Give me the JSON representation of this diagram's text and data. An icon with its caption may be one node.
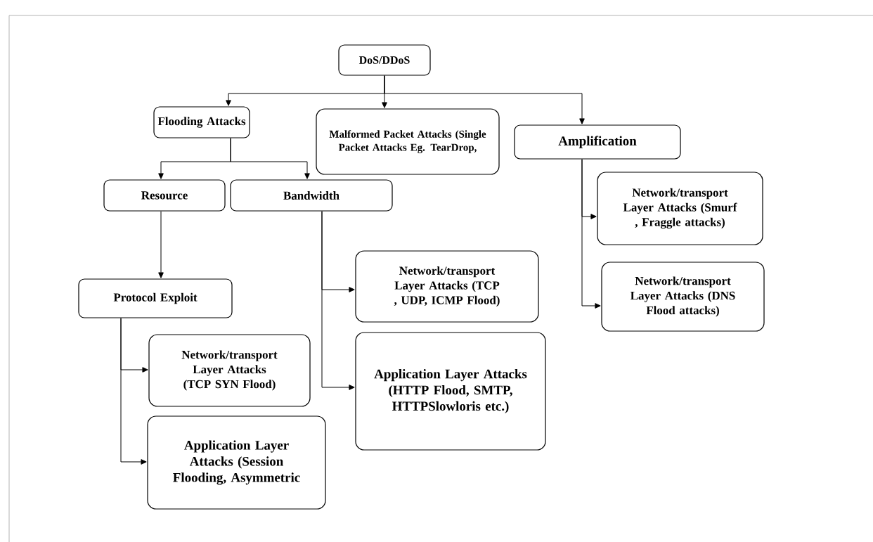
{
  "diagram": {
    "nodes": [
      {
        "text": [
          "DoS/DDoS"
        ]
      },
      {
        "text": [
          "Flooding Attacks"
        ]
      },
      {
        "text": [
          "Malformed Packet Attacks (Single Packet Attacks Eg. TearDrop,"
        ]
      },
      {
        "text": [
          "Amplification"
        ]
      },
      {
        "text": [
          "Resource"
        ]
      },
      {
        "text": [
          "Bandwidth"
        ]
      },
      {
        "text": [
          "Protocol Exploit"
        ]
      },
      {
        "text": [
          "Network/transport Layer Attacks (TCP SYN Flood)"
        ]
      },
      {
        "text": [
          "Application Layer Attacks (Session Flooding, Asymmetric"
        ]
      },
      {
        "text": [
          "Network/transport Layer Attacks (TCP , UDP, ICMP Flood)"
        ]
      },
      {
        "text": [
          "Application Layer Attacks (HTTP Flood, SMTP, HTTPSlowloris etc.)"
        ]
      },
      {
        "text": [
          "Network/transport Layer Attacks (Smurf , Fraggle attacks)"
        ]
      },
      {
        "text": [
          "Network/transport Layer Attacks (DNS Flood attacks)"
        ]
      }
    ],
    "edges": [
      {
        "from": 0,
        "to": 1,
        "arrow": "to"
      },
      {
        "from": 0,
        "to": 2,
        "arrow": "to"
      },
      {
        "from": 0,
        "to": 3,
        "arrow": "to"
      },
      {
        "from": 1,
        "to": 4,
        "arrow": "to"
      },
      {
        "from": 1,
        "to": 5,
        "arrow": "to"
      },
      {
        "from": 4,
        "to": 6,
        "arrow": "to"
      },
      {
        "from": 6,
        "to": 7,
        "arrow": "to"
      },
      {
        "from": 6,
        "to": 8,
        "arrow": "to"
      },
      {
        "from": 5,
        "to": 9,
        "arrow": "to"
      },
      {
        "from": 5,
        "to": 10,
        "arrow": "to"
      },
      {
        "from": 3,
        "to": 11,
        "arrow": "to"
      },
      {
        "from": 3,
        "to": 12,
        "arrow": "to"
      }
    ]
  }
}
